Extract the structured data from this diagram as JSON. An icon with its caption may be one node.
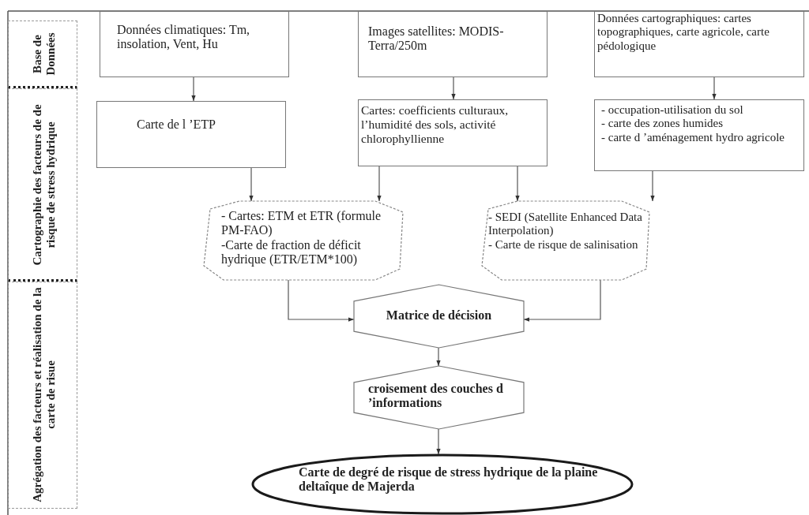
{
  "diagram": {
    "nodes": [
      {
        "text": [
          "Base de Données"
        ]
      },
      {
        "text": [
          "Cartographie des facteurs de de risque de stress hydrique"
        ]
      },
      {
        "text": [
          "Agrégation des facteurs et réalisation de la carte de risue"
        ]
      },
      {
        "text": [
          "Données climatiques: Tm, insolation, Vent, Hu"
        ]
      },
      {
        "text": [
          "Images satellites: MODIS-Terra/250m"
        ]
      },
      {
        "text": [
          "Données cartographiques: cartes topographiques, carte agricole, carte pédologique"
        ]
      },
      {
        "text": [
          "Carte de l ’ETP"
        ]
      },
      {
        "text": [
          "Cartes: coefficients culturaux, l’humidité des sols, activité chlorophyllienne"
        ]
      },
      {
        "text": [
          "- occupation-utilisation du sol",
          "- carte des zones humides",
          "- carte d ’aménagement hydro agricole"
        ]
      },
      {
        "text": [
          "- Cartes: ETM et ETR (formule PM-FAO)",
          "-Carte de fraction de déficit hydrique (ETR/ETM*100)"
        ]
      },
      {
        "text": [
          "- SEDI (Satellite Enhanced Data Interpolation)",
          "- Carte de risque de salinisation"
        ]
      },
      {
        "text": [
          "Matrice de décision"
        ]
      },
      {
        "text": [
          "croisement des couches d ’informations"
        ]
      },
      {
        "text": [
          "Carte de degré de risque de stress hydrique de la plaine deltaîque de Majerda"
        ]
      }
    ],
    "edges": [
      {
        "from": 3,
        "to": 6,
        "arrow": "to"
      },
      {
        "from": 4,
        "to": 7,
        "arrow": "to"
      },
      {
        "from": 5,
        "to": 8,
        "arrow": "to"
      },
      {
        "from": 6,
        "to": 9,
        "arrow": "to"
      },
      {
        "from": 7,
        "to": 9,
        "arrow": "to"
      },
      {
        "from": 7,
        "to": 10,
        "arrow": "to"
      },
      {
        "from": 8,
        "to": 10,
        "arrow": "to"
      },
      {
        "from": 9,
        "to": 11,
        "arrow": "to"
      },
      {
        "from": 10,
        "to": 11,
        "arrow": "to"
      },
      {
        "from": 11,
        "to": 12,
        "arrow": "to"
      },
      {
        "from": 12,
        "to": 13,
        "arrow": "to"
      }
    ]
  }
}
